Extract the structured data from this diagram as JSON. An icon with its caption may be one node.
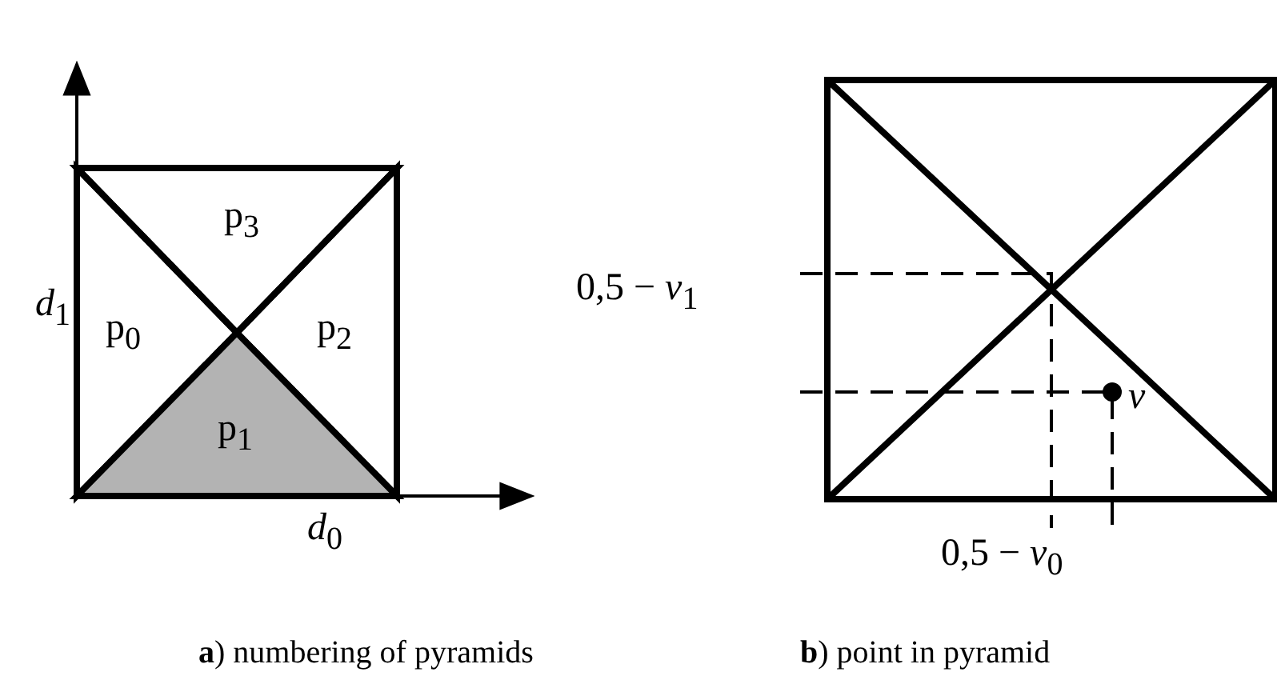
{
  "diagram": {
    "nodes": [
      {
        "text": [
          "p$_{3}$"
        ]
      },
      {
        "text": [
          "p$_{0}$"
        ]
      },
      {
        "text": [
          "p$_{2}$"
        ]
      },
      {
        "text": [
          "p$_{1}$"
        ]
      }
    ],
    "labels": [
      "*d*$_{1}$",
      "*d*$_{0}$",
      "0,5 − *v*$_{1}$",
      "*v*",
      "0,5 − *v*$_{0}$",
      "**a**) numbering of pyramids",
      "**b**) point in pyramid"
    ]
  }
}
